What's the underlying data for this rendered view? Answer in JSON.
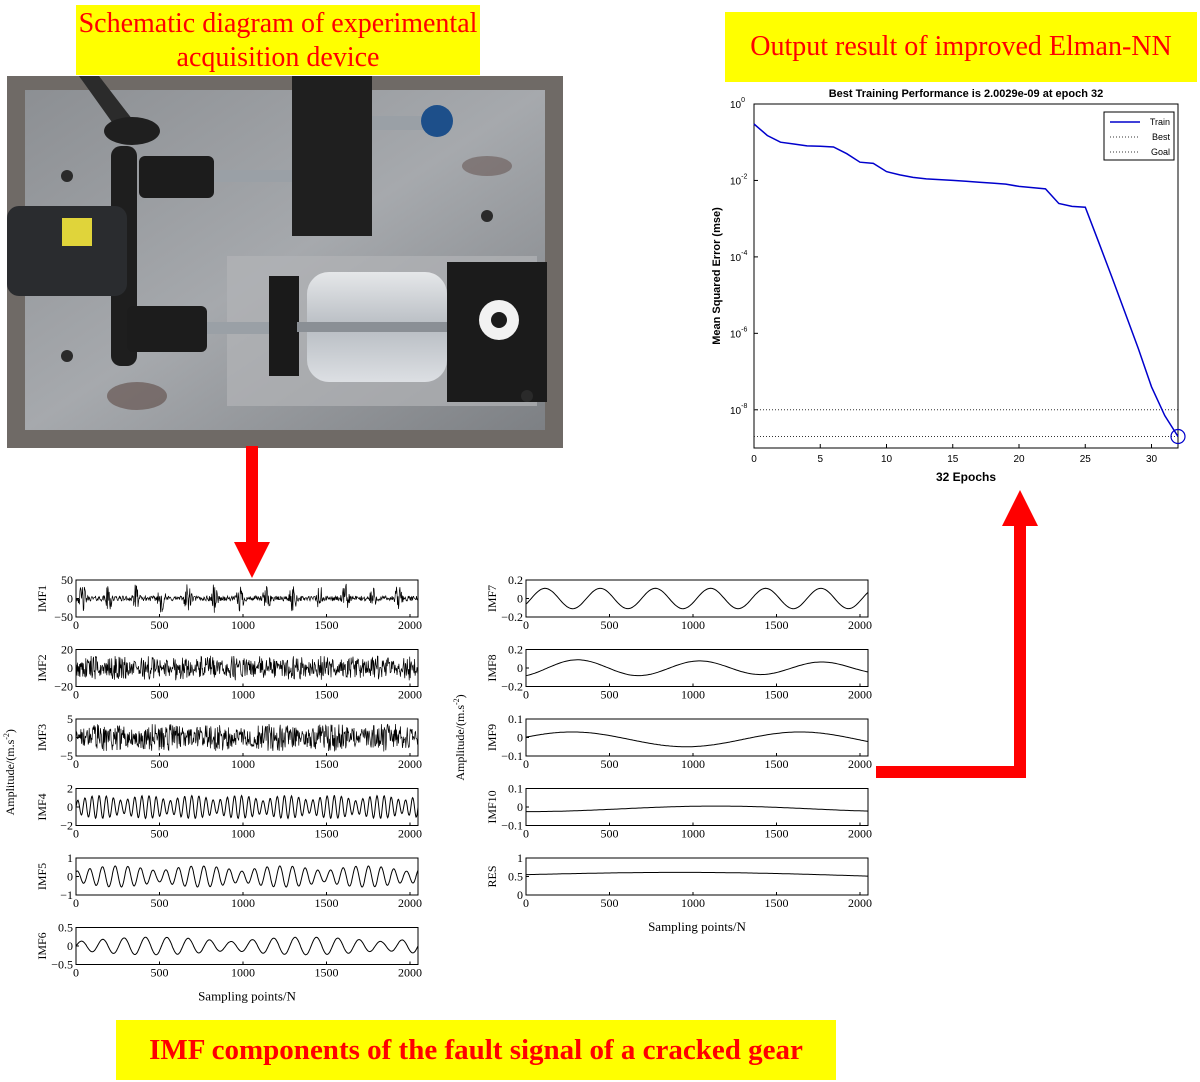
{
  "labels": {
    "device": "Schematic diagram of experimental acquisition device",
    "output": "Output result of improved Elman-NN",
    "imf": "IMF components of the fault signal of a cracked gear"
  },
  "colors": {
    "label_bg": "#ffff00",
    "label_text": "#ff0000",
    "arrow": "#ff0000",
    "train_line": "#0000cc"
  },
  "icons": {
    "device_photo": "gear-test-rig-photo",
    "arrows": [
      "down-arrow-icon",
      "elbow-arrow-icon"
    ]
  },
  "performance_chart": {
    "title": "Best Training Performance is 2.0029e-09 at epoch 32",
    "xlabel": "32 Epochs",
    "ylabel": "Mean Squared Error  (mse)",
    "x_ticks": [
      "0",
      "5",
      "10",
      "15",
      "20",
      "25",
      "30"
    ],
    "y_ticks": [
      {
        "base": "10",
        "exp": "0"
      },
      {
        "base": "10",
        "exp": "-2"
      },
      {
        "base": "10",
        "exp": "-4"
      },
      {
        "base": "10",
        "exp": "-6"
      },
      {
        "base": "10",
        "exp": "-8"
      }
    ],
    "legend": [
      "Train",
      "Best",
      "Goal"
    ]
  },
  "imf_panels": {
    "left_ylabel": "Amplitude/(m.s",
    "right_ylabel": "Amplitude/(m.s",
    "ylabel_sup": "-2",
    "ylabel_end": ")",
    "xlabel": "Sampling points/N",
    "x_ticks": [
      "0",
      "500",
      "1000",
      "1500",
      "2000"
    ]
  },
  "chart_data": [
    {
      "type": "line",
      "title": "Best Training Performance is 2.0029e-09 at epoch 32",
      "xlabel": "32 Epochs",
      "ylabel": "Mean Squared Error  (mse)",
      "y_scale": "log",
      "xlim": [
        0,
        32
      ],
      "ylim": [
        1e-09,
        1
      ],
      "legend_position": "top-right",
      "series": [
        {
          "name": "Train",
          "x": [
            0,
            1,
            2,
            3,
            4,
            5,
            6,
            7,
            8,
            9,
            10,
            11,
            12,
            13,
            14,
            15,
            16,
            17,
            18,
            19,
            20,
            21,
            22,
            23,
            24,
            25,
            26,
            27,
            28,
            29,
            30,
            31,
            32
          ],
          "y": [
            0.3,
            0.15,
            0.1,
            0.09,
            0.08,
            0.078,
            0.075,
            0.05,
            0.03,
            0.028,
            0.017,
            0.014,
            0.012,
            0.011,
            0.0105,
            0.01,
            0.0095,
            0.009,
            0.0085,
            0.008,
            0.007,
            0.0065,
            0.006,
            0.0025,
            0.0021,
            0.002,
            0.00025,
            3e-05,
            3.5e-06,
            4e-07,
            4e-08,
            7e-09,
            2.0029e-09
          ]
        }
      ],
      "best": {
        "epoch": 32,
        "value": 2.0029e-09
      },
      "goal": 1e-08
    },
    {
      "type": "line",
      "xlabel": "Sampling points/N",
      "xlim": [
        0,
        2048
      ],
      "panels": [
        {
          "name": "IMF1",
          "ylim": [
            -50,
            50
          ],
          "y_ticks": [
            "50",
            "0",
            "−50"
          ]
        },
        {
          "name": "IMF2",
          "ylim": [
            -20,
            20
          ],
          "y_ticks": [
            "20",
            "0",
            "−20"
          ]
        },
        {
          "name": "IMF3",
          "ylim": [
            -5,
            5
          ],
          "y_ticks": [
            "5",
            "0",
            "−5"
          ]
        },
        {
          "name": "IMF4",
          "ylim": [
            -2,
            2
          ],
          "y_ticks": [
            "2",
            "0",
            "−2"
          ]
        },
        {
          "name": "IMF5",
          "ylim": [
            -1,
            1
          ],
          "y_ticks": [
            "1",
            "0",
            "−1"
          ]
        },
        {
          "name": "IMF6",
          "ylim": [
            -0.5,
            0.5
          ],
          "y_ticks": [
            "0.5",
            "0",
            "−0.5"
          ]
        }
      ]
    },
    {
      "type": "line",
      "xlabel": "Sampling points/N",
      "xlim": [
        0,
        2048
      ],
      "panels": [
        {
          "name": "IMF7",
          "ylim": [
            -0.2,
            0.2
          ],
          "y_ticks": [
            "0.2",
            "0",
            "−0.2"
          ]
        },
        {
          "name": "IMF8",
          "ylim": [
            -0.2,
            0.2
          ],
          "y_ticks": [
            "0.2",
            "0",
            "−0.2"
          ]
        },
        {
          "name": "IMF9",
          "ylim": [
            -0.1,
            0.1
          ],
          "y_ticks": [
            "0.1",
            "0",
            "−0.1"
          ]
        },
        {
          "name": "IMF10",
          "ylim": [
            -0.1,
            0.1
          ],
          "y_ticks": [
            "0.1",
            "0",
            "−0.1"
          ]
        },
        {
          "name": "RES",
          "ylim": [
            0,
            1
          ],
          "y_ticks": [
            "1",
            "0.5",
            "0"
          ]
        }
      ]
    }
  ]
}
